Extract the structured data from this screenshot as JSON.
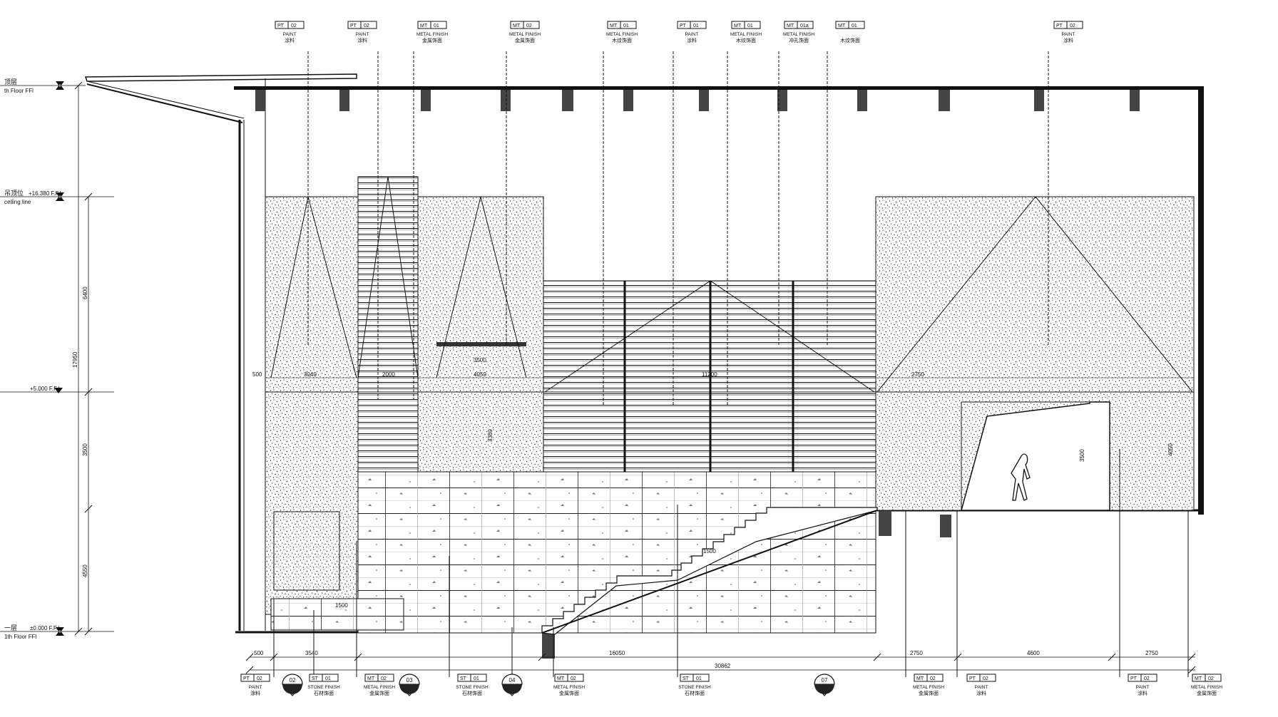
{
  "top_tags": [
    {
      "code": "PT",
      "num": "02",
      "label": "PAINT",
      "sub": "涂料"
    },
    {
      "code": "PT",
      "num": "02",
      "label": "PAINT",
      "sub": "涂料"
    },
    {
      "code": "MT",
      "num": "01",
      "label": "METAL FINISH",
      "sub": "金属饰面"
    },
    {
      "code": "MT",
      "num": "02",
      "label": "METAL FINISH",
      "sub": "金属饰面"
    },
    {
      "code": "MT",
      "num": "01",
      "label": "METAL FINISH",
      "sub": "木纹饰面"
    },
    {
      "code": "PT",
      "num": "01",
      "label": "PAINT",
      "sub": "涂料"
    },
    {
      "code": "MT",
      "num": "01",
      "label": "METAL FINISH",
      "sub": "木纹饰面"
    },
    {
      "code": "MT",
      "num": "01a",
      "label": "METAL FINISH",
      "sub": "冲孔饰面"
    },
    {
      "code": "MT",
      "num": "01",
      "label": "",
      "sub": "木纹饰面"
    },
    {
      "code": "PT",
      "num": "02",
      "label": "PAINT",
      "sub": "涂料"
    }
  ],
  "bottom_tags": [
    {
      "code": "PT",
      "num": "02",
      "label": "PAINT",
      "sub": "涂料"
    },
    {
      "code": "ST",
      "num": "01",
      "label": "STONE FINISH",
      "sub": "石材饰面"
    },
    {
      "code": "MT",
      "num": "02",
      "label": "METAL FINISH",
      "sub": "金属饰面"
    },
    {
      "code": "ST",
      "num": "01",
      "label": "STONE FINISH",
      "sub": "石材饰面"
    },
    {
      "code": "MT",
      "num": "02",
      "label": "METAL FINISH",
      "sub": "金属饰面"
    },
    {
      "code": "ST",
      "num": "01",
      "label": "STONE FINISH",
      "sub": "石材饰面"
    },
    {
      "code": "MT",
      "num": "02",
      "label": "METAL FINISH",
      "sub": "金属饰面"
    },
    {
      "code": "PT",
      "num": "02",
      "label": "PAINT",
      "sub": "涂料"
    },
    {
      "code": "PT",
      "num": "02",
      "label": "PAINT",
      "sub": "涂料"
    },
    {
      "code": "MT",
      "num": "02",
      "label": "METAL FINISH",
      "sub": "金属饰面"
    }
  ],
  "detail_markers": [
    "02",
    "03",
    "04",
    "07"
  ],
  "levels": [
    {
      "zh": "顶层",
      "en": "th Floor FFl",
      "value": ""
    },
    {
      "zh": "吊顶位",
      "en": "ceiling line",
      "value": "+16.380 F.F.L"
    },
    {
      "zh": "",
      "en": "",
      "value": "+5.000 F.F.L"
    },
    {
      "zh": "一层",
      "en": "1th Floor FFl",
      "value": "±0.000 F.F.L"
    }
  ],
  "vertical_dims": {
    "upper": "6400",
    "mid": "3500",
    "lower": "4550",
    "total": "17950"
  },
  "bottom_dims": {
    "seg_a": "500",
    "seg_b": "3540",
    "seg_c": "16050",
    "seg_d": "2750",
    "seg_e": "4600",
    "seg_f": "2750",
    "overall": "30862"
  },
  "inner_dims": {
    "d1": "500",
    "d2": "3040",
    "d3": "2000",
    "d4": "4050",
    "d5": "2750",
    "d6": "3500",
    "d7": "1500",
    "d8": "11200",
    "d9": "3500",
    "d10": "4050",
    "d11": "3380",
    "d12": "1500"
  }
}
